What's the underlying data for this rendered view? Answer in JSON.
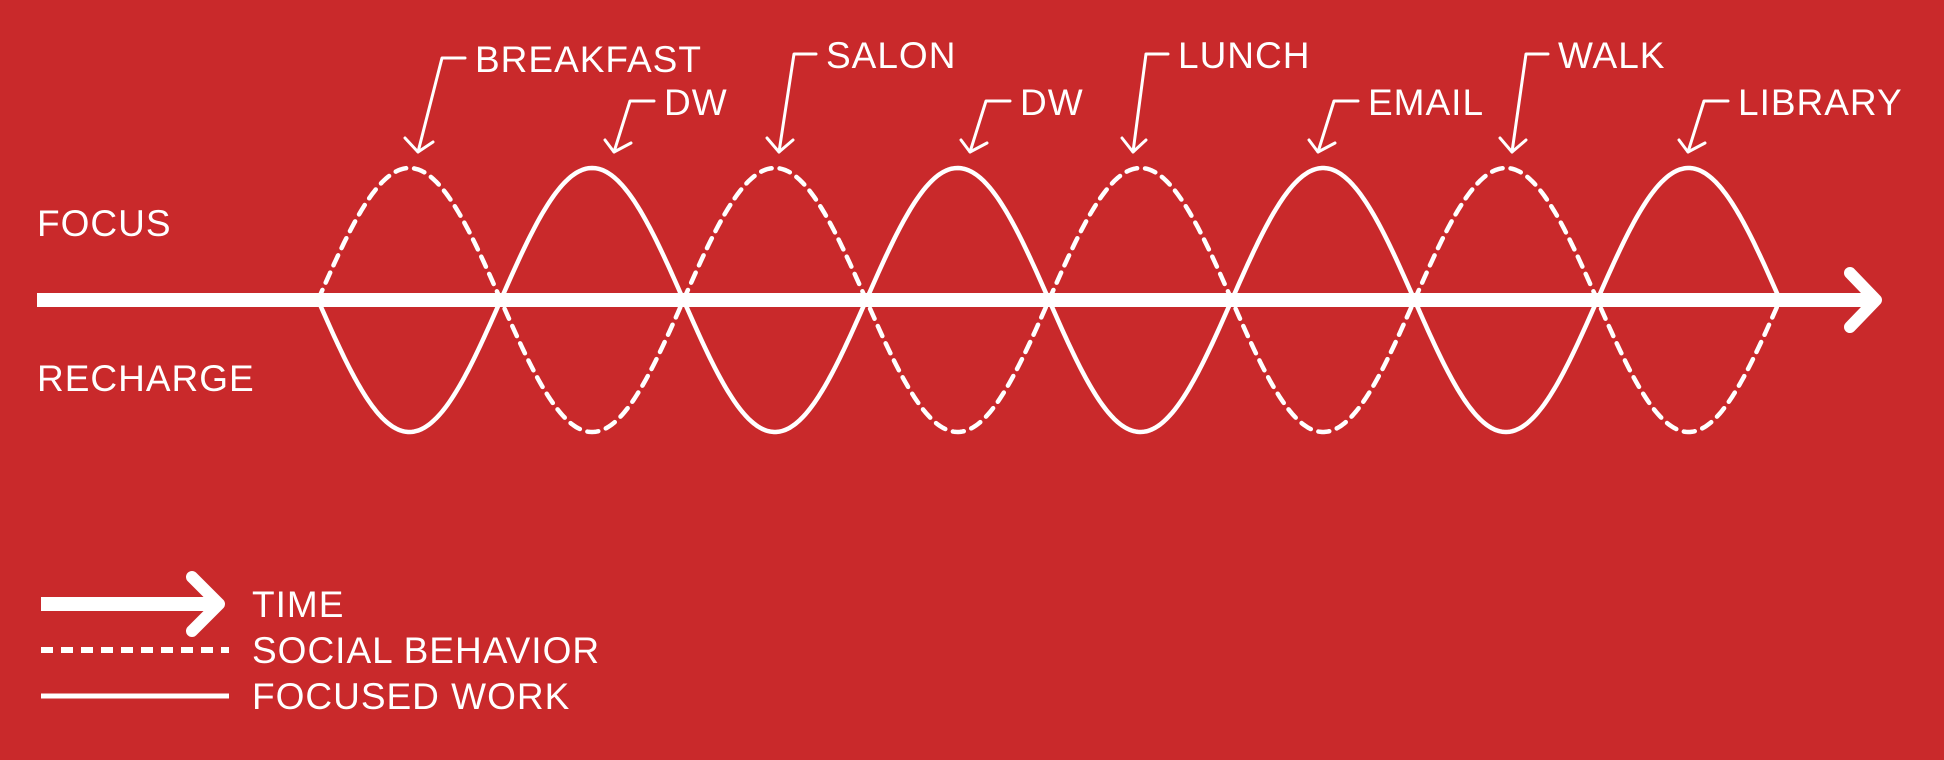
{
  "colors": {
    "background": "#c9292b",
    "foreground": "#ffffff"
  },
  "axis": {
    "upper_label": "FOCUS",
    "lower_label": "RECHARGE"
  },
  "callouts": [
    {
      "label": "BREAKFAST",
      "curve": "social"
    },
    {
      "label": "DW",
      "curve": "focused"
    },
    {
      "label": "SALON",
      "curve": "social"
    },
    {
      "label": "DW",
      "curve": "focused"
    },
    {
      "label": "LUNCH",
      "curve": "social"
    },
    {
      "label": "EMAIL",
      "curve": "focused"
    },
    {
      "label": "WALK",
      "curve": "social"
    },
    {
      "label": "LIBRARY",
      "curve": "focused"
    }
  ],
  "legend": [
    {
      "key": "time",
      "label": "TIME",
      "icon": "arrow-icon"
    },
    {
      "key": "social",
      "label": "SOCIAL BEHAVIOR",
      "icon": "dashed-line-icon"
    },
    {
      "key": "focused",
      "label": "FOCUSED WORK",
      "icon": "solid-line-icon"
    }
  ]
}
